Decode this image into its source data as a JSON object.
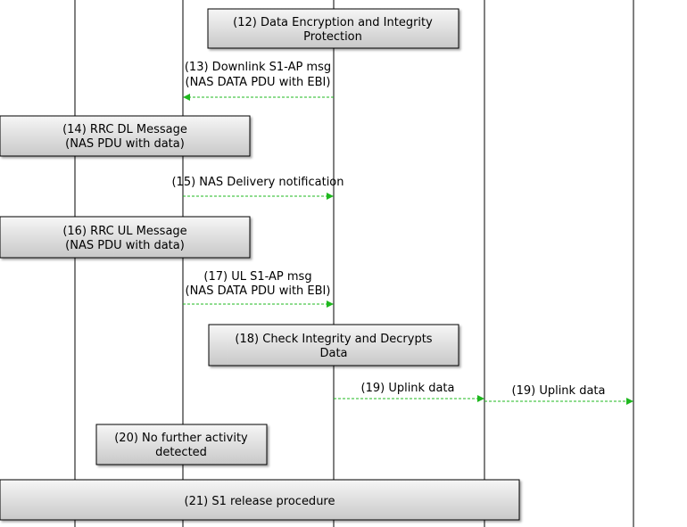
{
  "boxes": [
    {
      "id": "b12",
      "lines": [
        "(12) Data Encryption and Integrity",
        "Protection"
      ]
    },
    {
      "id": "b14",
      "lines": [
        "(14) RRC DL Message",
        "(NAS PDU with data)"
      ]
    },
    {
      "id": "b16",
      "lines": [
        "(16) RRC UL Message",
        "(NAS PDU with data)"
      ]
    },
    {
      "id": "b18",
      "lines": [
        "(18) Check Integrity and Decrypts",
        "Data"
      ]
    },
    {
      "id": "b20",
      "lines": [
        "(20) No further activity",
        "detected"
      ]
    },
    {
      "id": "b21",
      "lines": [
        "(21) S1 release procedure"
      ]
    }
  ],
  "messages": [
    {
      "id": "m13",
      "lines": [
        "(13) Downlink S1-AP msg",
        "(NAS DATA PDU with EBI)"
      ]
    },
    {
      "id": "m15",
      "lines": [
        "(15) NAS Delivery notification"
      ]
    },
    {
      "id": "m17",
      "lines": [
        "(17) UL S1-AP msg",
        "(NAS DATA PDU with EBI)"
      ]
    },
    {
      "id": "m19a",
      "lines": [
        "(19) Uplink data"
      ]
    },
    {
      "id": "m19b",
      "lines": [
        "(19) Uplink data"
      ]
    }
  ],
  "colors": {
    "arrow": "#1fb81f",
    "box_top": "#f6f6f6",
    "box_bottom": "#c8c8c8"
  }
}
